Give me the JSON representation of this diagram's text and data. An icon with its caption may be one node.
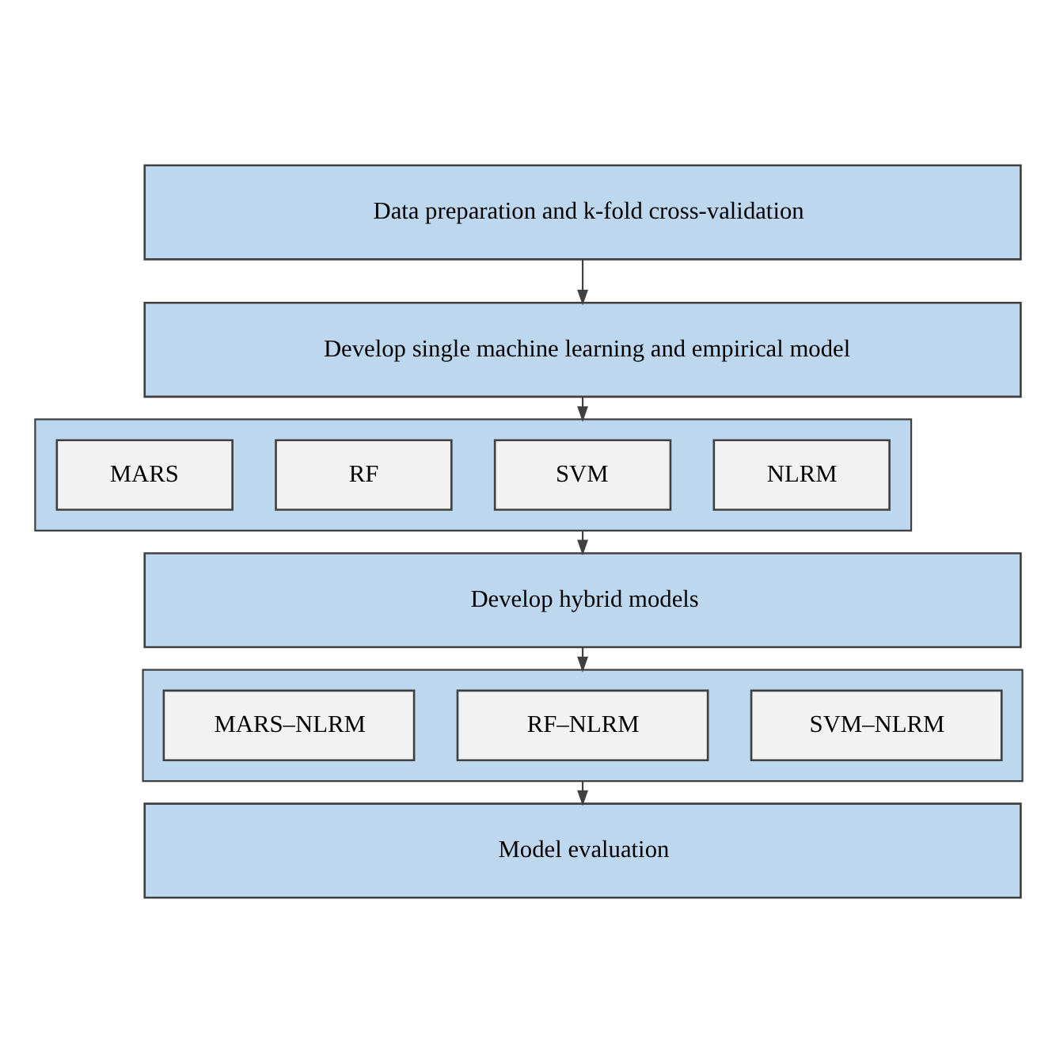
{
  "diagram": {
    "nodes": [
      {
        "text": [
          "Data preparation and k-fold cross-validation"
        ]
      },
      {
        "text": [
          "Develop single machine learning and empirical model"
        ]
      },
      {
        "text": [],
        "shape": "box"
      },
      {
        "text": [
          "MARS"
        ],
        "in": 2
      },
      {
        "text": [
          "RF"
        ],
        "in": 2
      },
      {
        "text": [
          "SVM"
        ],
        "in": 2
      },
      {
        "text": [
          "NLRM"
        ],
        "in": 2
      },
      {
        "text": [
          "Develop hybrid models"
        ]
      },
      {
        "text": [],
        "shape": "box"
      },
      {
        "text": [
          "MARS–NLRM"
        ],
        "in": 8
      },
      {
        "text": [
          "RF–NLRM"
        ],
        "in": 8
      },
      {
        "text": [
          "SVM–NLRM"
        ],
        "in": 8
      },
      {
        "text": [
          "Model evaluation"
        ]
      }
    ],
    "edges": [
      {
        "from": 0,
        "to": 1,
        "arrow": "to"
      },
      {
        "from": 1,
        "to": 2,
        "arrow": "to"
      },
      {
        "from": 2,
        "to": 7,
        "arrow": "to"
      },
      {
        "from": 7,
        "to": 8,
        "arrow": "to"
      },
      {
        "from": 8,
        "to": 12,
        "arrow": "to"
      }
    ]
  }
}
